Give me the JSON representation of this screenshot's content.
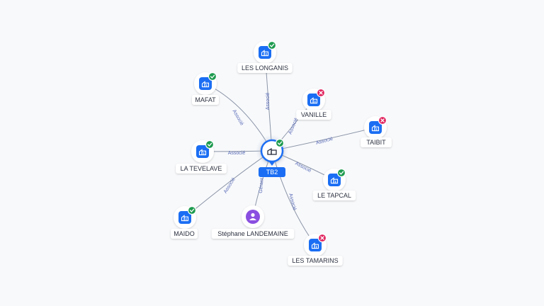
{
  "center": {
    "label": "TB2",
    "status": "active",
    "icon": "building-icon"
  },
  "colors": {
    "accent": "#1b6ef3",
    "active": "#1e9b4f",
    "inactive": "#e0245e",
    "person": "#8a4fe0",
    "edge": "#8c96a8"
  },
  "nodes": [
    {
      "id": "les-longanis",
      "label": "LES LONGANIS",
      "relation": "Associé",
      "status": "active",
      "kind": "company",
      "icon": "building-icon"
    },
    {
      "id": "mafat",
      "label": "MAFAT",
      "relation": "Associé",
      "status": "active",
      "kind": "company",
      "icon": "building-icon"
    },
    {
      "id": "vanille",
      "label": "VANILLE",
      "relation": "Associé",
      "status": "inactive",
      "kind": "company",
      "icon": "building-icon"
    },
    {
      "id": "taibit",
      "label": "TAIBIT",
      "relation": "Associé",
      "status": "inactive",
      "kind": "company",
      "icon": "building-icon"
    },
    {
      "id": "la-tevelave",
      "label": "LA TEVELAVE",
      "relation": "Associé",
      "status": "active",
      "kind": "company",
      "icon": "building-icon"
    },
    {
      "id": "le-tapcal",
      "label": "LE TAPCAL",
      "relation": "Associé",
      "status": "active",
      "kind": "company",
      "icon": "building-icon"
    },
    {
      "id": "maido",
      "label": "MAIDO",
      "relation": "Associé",
      "status": "active",
      "kind": "company",
      "icon": "building-icon"
    },
    {
      "id": "stephane-landemaine",
      "label": "Stéphane LANDEMAINE",
      "relation": "Gérant",
      "status": "none",
      "kind": "person",
      "icon": "person-icon"
    },
    {
      "id": "les-tamarins",
      "label": "LES TAMARINS",
      "relation": "Associé",
      "status": "inactive",
      "kind": "company",
      "icon": "building-icon"
    }
  ]
}
